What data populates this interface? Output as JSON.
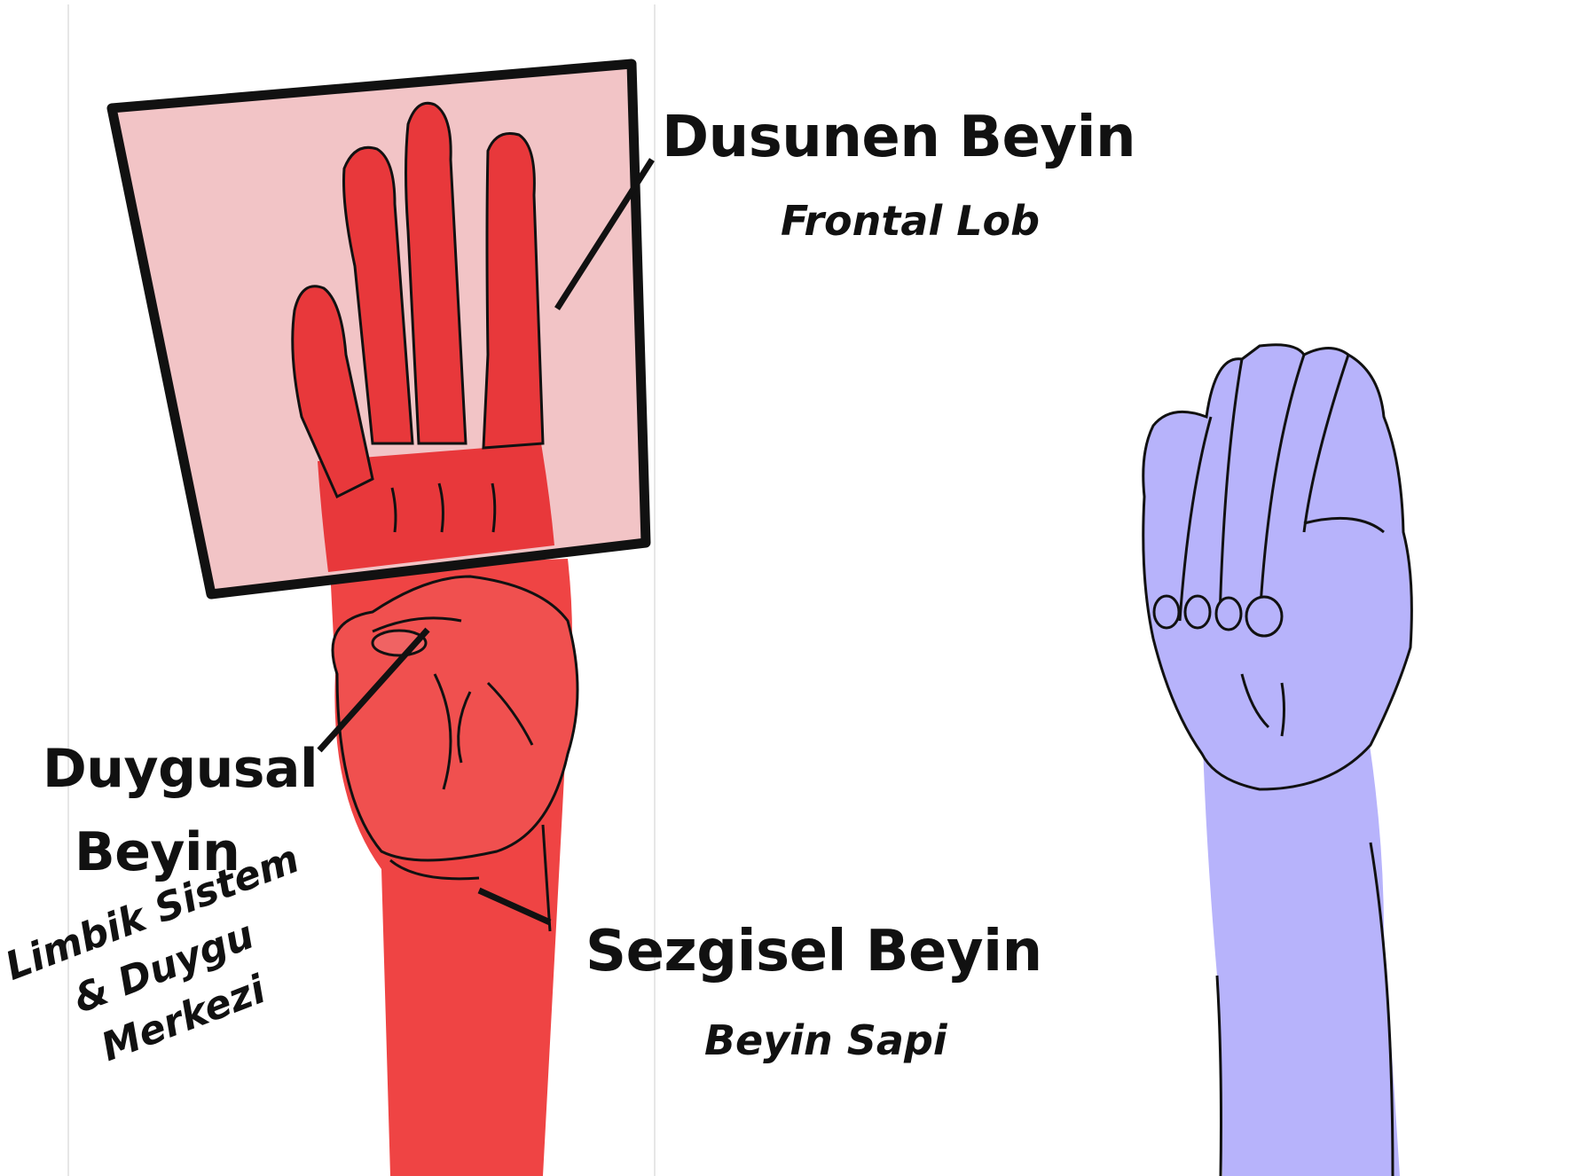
{
  "colors": {
    "background": "#ffffff",
    "open_hand": "#ef4444",
    "box_fill": "#f2c4c6",
    "fist": "#b7b3fb",
    "outline": "#111111"
  },
  "labels": {
    "thinking_brain": "Dusunen Beyin",
    "frontal_lobe": "Frontal Lob",
    "emotional_brain_line1": "Duygusal",
    "emotional_brain_line2": "Beyin",
    "limbic_line1": "Limbik Sistem",
    "limbic_line2": "& Duygu",
    "limbic_line3": "Merkezi",
    "instinctive_brain": "Sezgisel Beyin",
    "brain_stem": "Beyin Sapi"
  }
}
